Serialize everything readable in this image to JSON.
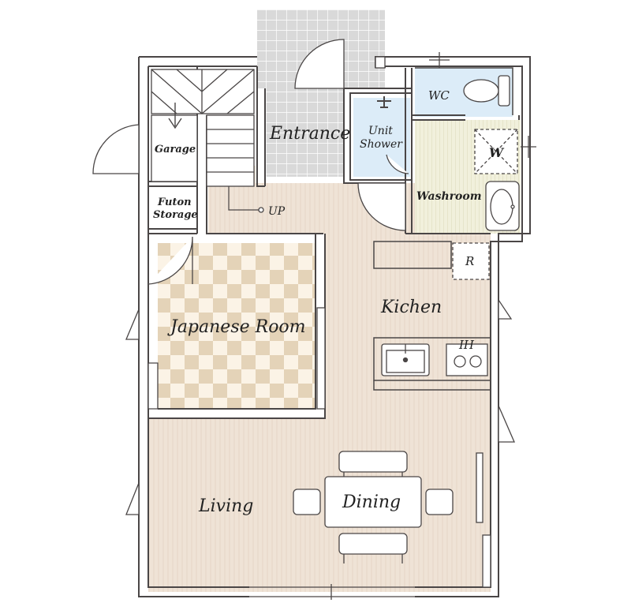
{
  "plan": {
    "rooms": {
      "entrance": "Entrance",
      "unit_shower": [
        "Unit",
        "Shower"
      ],
      "wc": "WC",
      "washroom": "Washroom",
      "washer": "W",
      "garage": "Garage",
      "futon_storage": [
        "Futon",
        "Storage"
      ],
      "up": "UP",
      "refrigerator": "R",
      "kitchen": "Kichen",
      "stove": "IH",
      "japanese_room": "Japanese Room",
      "living": "Living",
      "dining": "Dining"
    },
    "colors": {
      "wall": "#4a4646",
      "wood_floor": "#efe3d6",
      "tile_floor": "#d9d9d9",
      "tile_line": "#ffffff",
      "tatami_light": "#fbf3e6",
      "tatami_dark": "#e4d3b8",
      "bath_floor": "#dcecf8",
      "wash_floor": "#f1f0dc",
      "fixture_fill": "#ffffff"
    }
  }
}
